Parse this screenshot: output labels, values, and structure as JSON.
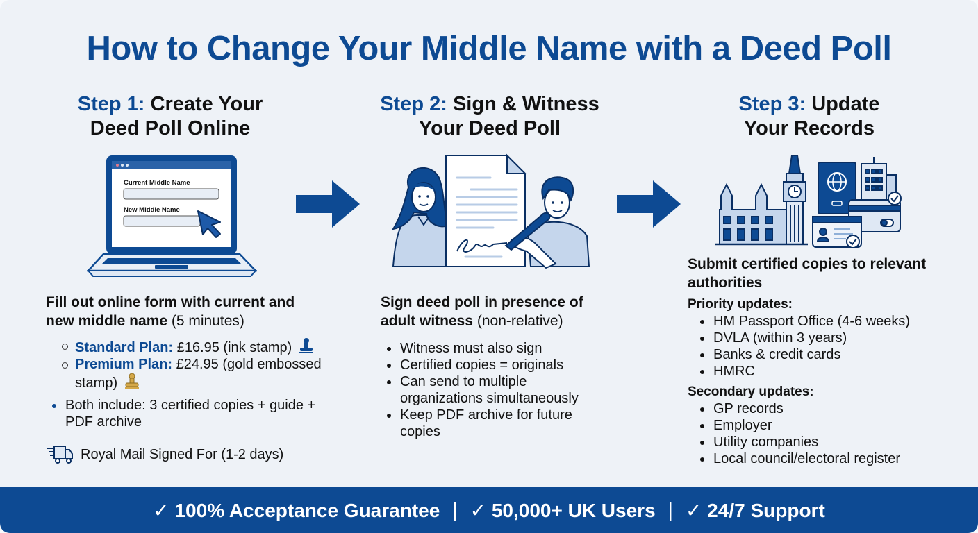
{
  "title": "How to Change Your Middle Name with a Deed Poll",
  "colors": {
    "accent": "#0d4a93",
    "background": "#eef2f7",
    "footer": "#0d4a93",
    "gold": "#d4a84a"
  },
  "steps": [
    {
      "label": "Step 1:",
      "title_line1": "Create Your",
      "title_line2": "Deed Poll Online",
      "illustration": {
        "type": "laptop-form",
        "field1_label": "Current Middle Name",
        "field2_label": "New Middle Name"
      },
      "lead_bold": "Fill out online form with current and new middle name",
      "lead_normal": "(5 minutes)",
      "plans": [
        {
          "name": "Standard Plan:",
          "detail": "£16.95 (ink stamp)",
          "icon": "blue-stamp-icon"
        },
        {
          "name": "Premium Plan:",
          "detail": "£24.95 (gold embossed stamp)",
          "icon": "gold-stamp-icon"
        }
      ],
      "includes": "Both include: 3 certified copies + guide + PDF archive",
      "delivery": "Royal Mail Signed For (1-2 days)",
      "delivery_icon": "delivery-truck-icon"
    },
    {
      "label": "Step 2:",
      "title_line1": "Sign & Witness",
      "title_line2": "Your Deed Poll",
      "illustration": {
        "type": "signing-with-witness",
        "signature": "Sgn"
      },
      "lead_bold": "Sign deed poll in presence of adult witness",
      "lead_normal": "(non-relative)",
      "bullets": [
        "Witness must also sign",
        "Certified copies = originals",
        "Can send to multiple organizations simultaneously",
        "Keep PDF archive for future copies"
      ]
    },
    {
      "label": "Step 3:",
      "title_line1": "Update",
      "title_line2": "Your Records",
      "illustration": {
        "type": "authorities-collage"
      },
      "lead_bold": "Submit certified copies to relevant authorities",
      "priority_heading": "Priority updates:",
      "priority": [
        "HM Passport Office (4-6 weeks)",
        "DVLA (within 3 years)",
        "Banks & credit cards",
        "HMRC"
      ],
      "secondary_heading": "Secondary updates:",
      "secondary": [
        "GP records",
        "Employer",
        "Utility companies",
        "Local council/electoral register"
      ]
    }
  ],
  "footer": {
    "items": [
      "✓ 100% Acceptance Guarantee",
      "✓ 50,000+ UK Users",
      "✓ 24/7 Support"
    ],
    "separator": "|"
  }
}
